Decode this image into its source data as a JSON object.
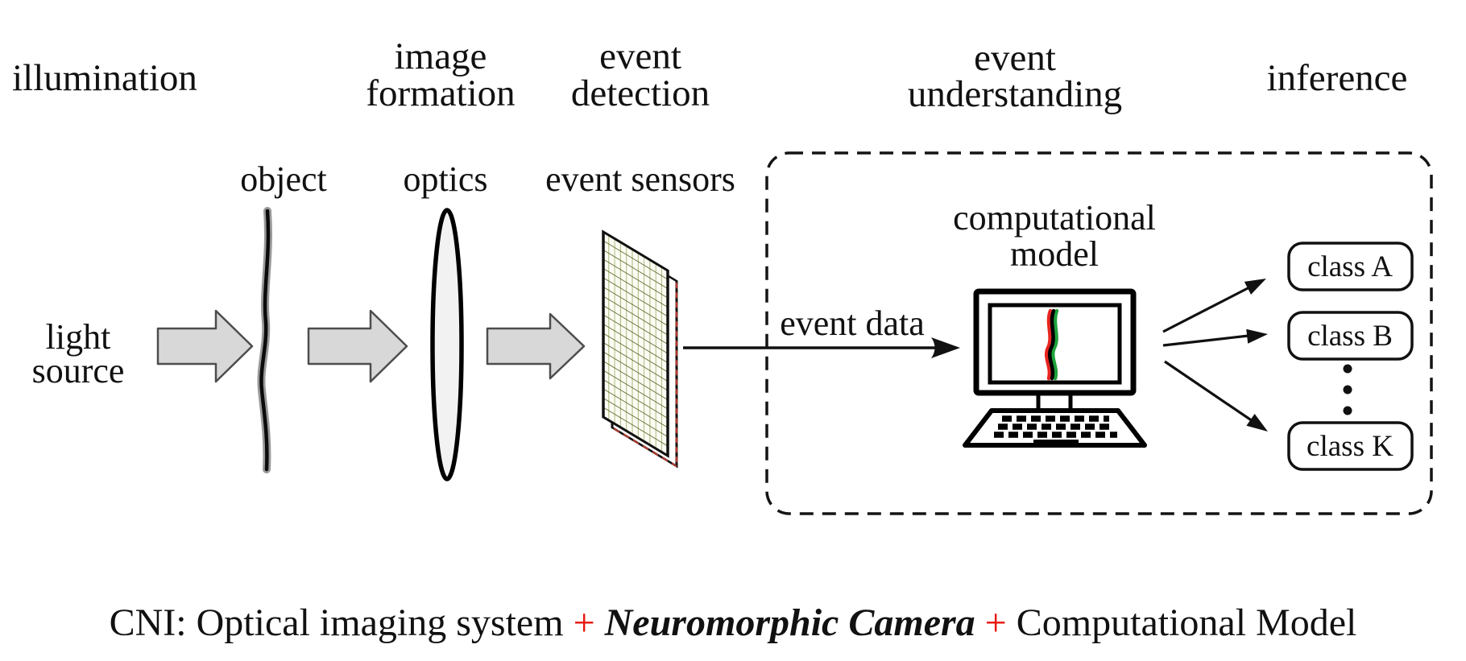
{
  "stages": {
    "illumination": "illumination",
    "image_formation": [
      "image",
      "formation"
    ],
    "event_detection": [
      "event",
      "detection"
    ],
    "event_understanding": [
      "event",
      "understanding"
    ],
    "inference": "inference"
  },
  "components": {
    "object": "object",
    "optics": "optics",
    "event_sensors": "event sensors",
    "light_source": [
      "light",
      "source"
    ],
    "event_data": "event data",
    "computational_model": [
      "computational",
      "model"
    ]
  },
  "classes": {
    "class_a": "class A",
    "class_b": "class B",
    "class_k": "class K"
  },
  "caption": {
    "prefix": "CNI: Optical imaging system",
    "plus": "+",
    "highlight": "Neuromorphic Camera",
    "suffix": "Computational Model"
  },
  "colors": {
    "accent_red": "#e8130c",
    "block_arrow_fill": "#d8d8d8",
    "block_arrow_stroke": "#4d4d4d",
    "lens_fill": "#f2f2f2",
    "grid_line_dark": "#5c6b2d",
    "grid_line_light": "#a9b87c",
    "sensor_back_dash_red": "#b03a2e",
    "screen_wave_red": "#e8251f",
    "screen_wave_green": "#1fa33c",
    "ink": "#111111"
  }
}
